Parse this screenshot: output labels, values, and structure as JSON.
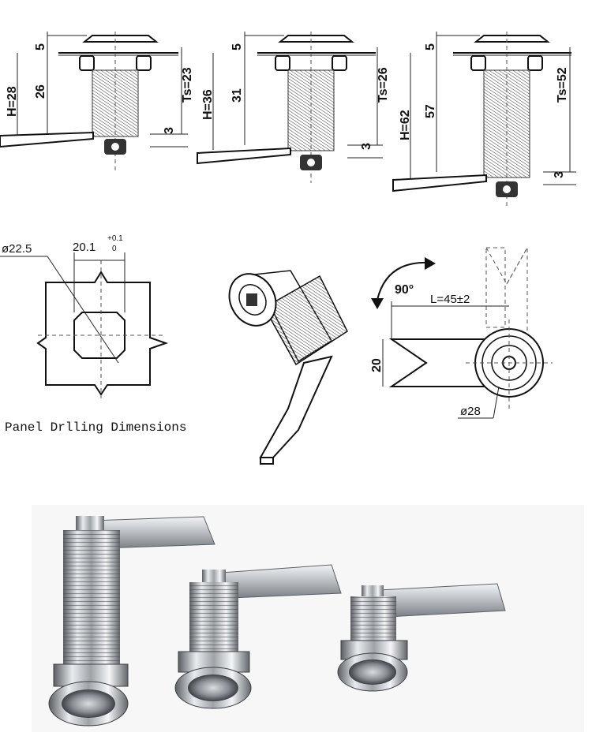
{
  "side_views": [
    {
      "total_height": "H=28",
      "head": "5",
      "body": "26",
      "nut": "3",
      "thread": "Ts=23"
    },
    {
      "total_height": "H=36",
      "head": "5",
      "body": "31",
      "nut": "3",
      "thread": "Ts=26"
    },
    {
      "total_height": "H=62",
      "head": "5",
      "body": "57",
      "nut": "3",
      "thread": "Ts=52"
    }
  ],
  "panel_drilling": {
    "diameter": "ø22.5",
    "width": "20.1",
    "tol_upper": "+0.1",
    "tol_lower": "0",
    "caption": "Panel Drlling Dimensions"
  },
  "cam_view": {
    "rotation": "90°",
    "length": "L=45±2",
    "width": "20",
    "diameter": "ø28"
  }
}
